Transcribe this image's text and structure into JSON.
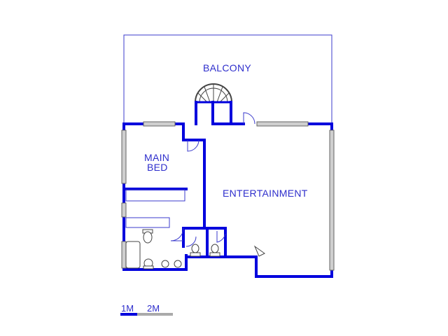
{
  "rooms": {
    "balcony": "BALCONY",
    "main_bed_line1": "MAIN",
    "main_bed_line2": "BED",
    "entertainment": "ENTERTAINMENT"
  },
  "scale": {
    "label_1": "1M",
    "label_2": "2M"
  },
  "colors": {
    "wall": "#0000dd",
    "thin_line": "#3b3bcc",
    "label": "#2e2ecc",
    "window": "#777777",
    "scale_bar_primary": "#0000dd",
    "scale_bar_secondary": "#aaaaaa"
  }
}
